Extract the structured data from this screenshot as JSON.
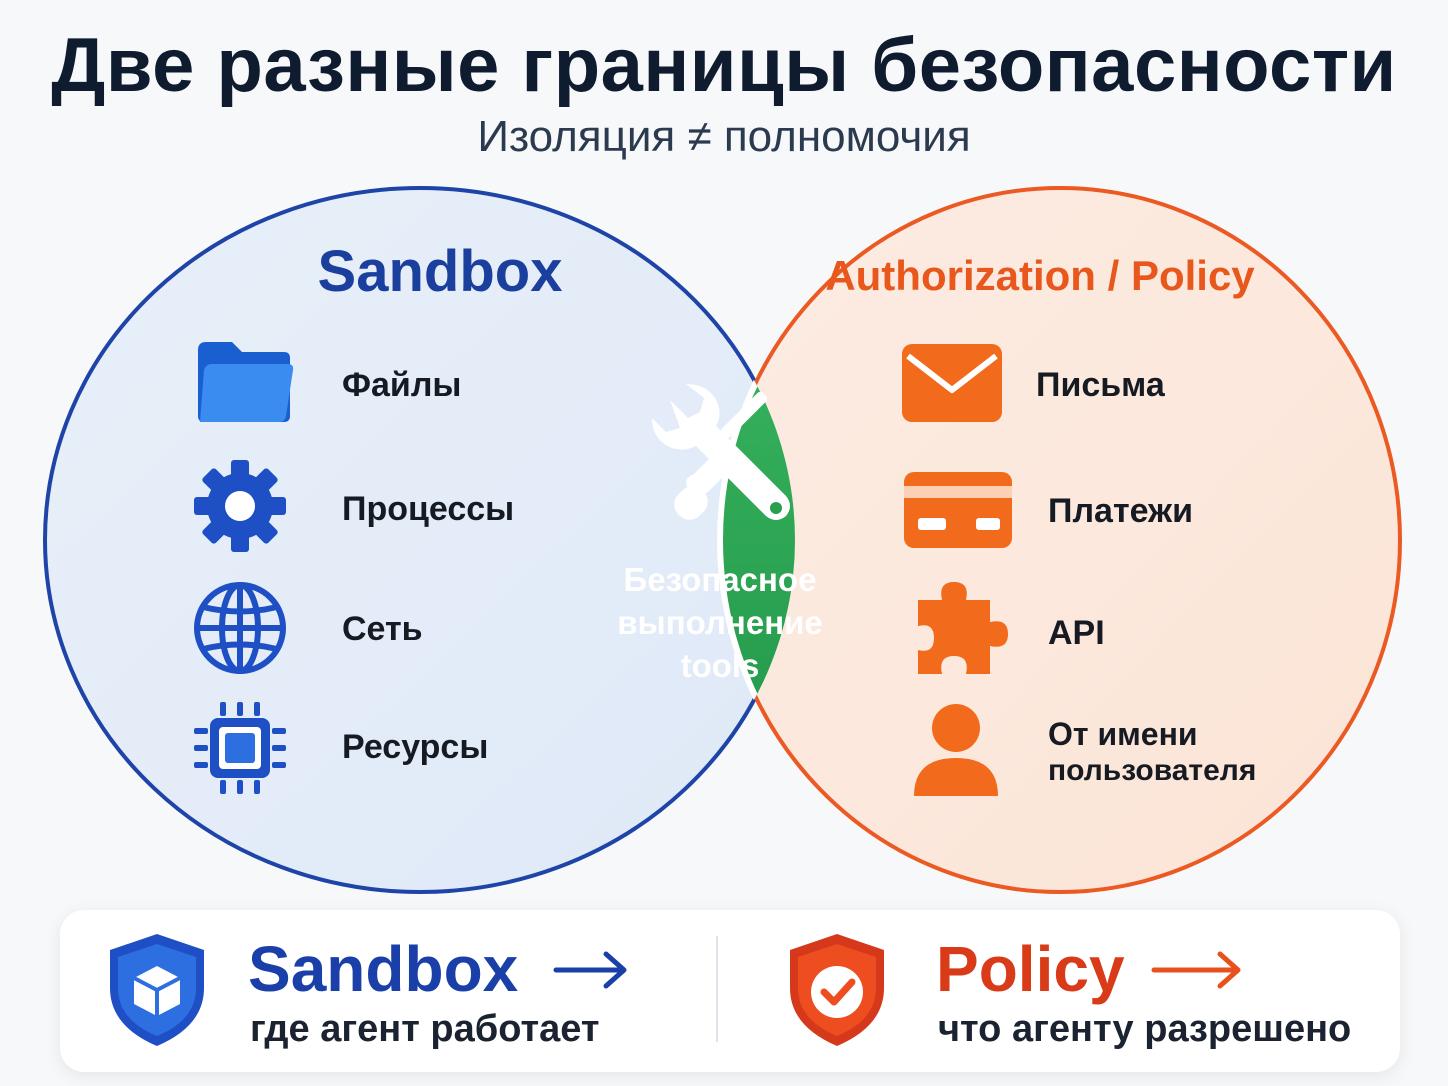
{
  "header": {
    "title": "Две разные границы безопасности",
    "subtitle": "Изоляция ≠ полномочия"
  },
  "sandbox": {
    "heading": "Sandbox",
    "color": "#1a3f9c",
    "items": [
      {
        "label": "Файлы",
        "icon": "folder-icon"
      },
      {
        "label": "Процессы",
        "icon": "gear-icon"
      },
      {
        "label": "Сеть",
        "icon": "globe-icon"
      },
      {
        "label": "Ресурсы",
        "icon": "cpu-chip-icon"
      }
    ]
  },
  "policy": {
    "heading": "Authorization / Policy",
    "color": "#e8581c",
    "items": [
      {
        "label": "Письма",
        "icon": "envelope-icon"
      },
      {
        "label": "Платежи",
        "icon": "credit-card-icon"
      },
      {
        "label": "API",
        "icon": "puzzle-piece-icon"
      },
      {
        "label_line1": "От имени",
        "label_line2": "пользователя",
        "icon": "user-icon"
      }
    ]
  },
  "intersection": {
    "icon": "wrench-screwdriver-icon",
    "line1": "Безопасное",
    "line2": "выполнение",
    "line3": "tools",
    "color": "#2fa452"
  },
  "footer": {
    "left": {
      "title": "Sandbox",
      "subtitle": "где агент работает",
      "icon": "shield-cube-icon",
      "arrow": "arrow-right-icon",
      "color": "#1a3fa8"
    },
    "right": {
      "title": "Policy",
      "subtitle": "что агенту разрешено",
      "icon": "shield-check-icon",
      "arrow": "arrow-right-icon",
      "color": "#d93a18"
    }
  }
}
